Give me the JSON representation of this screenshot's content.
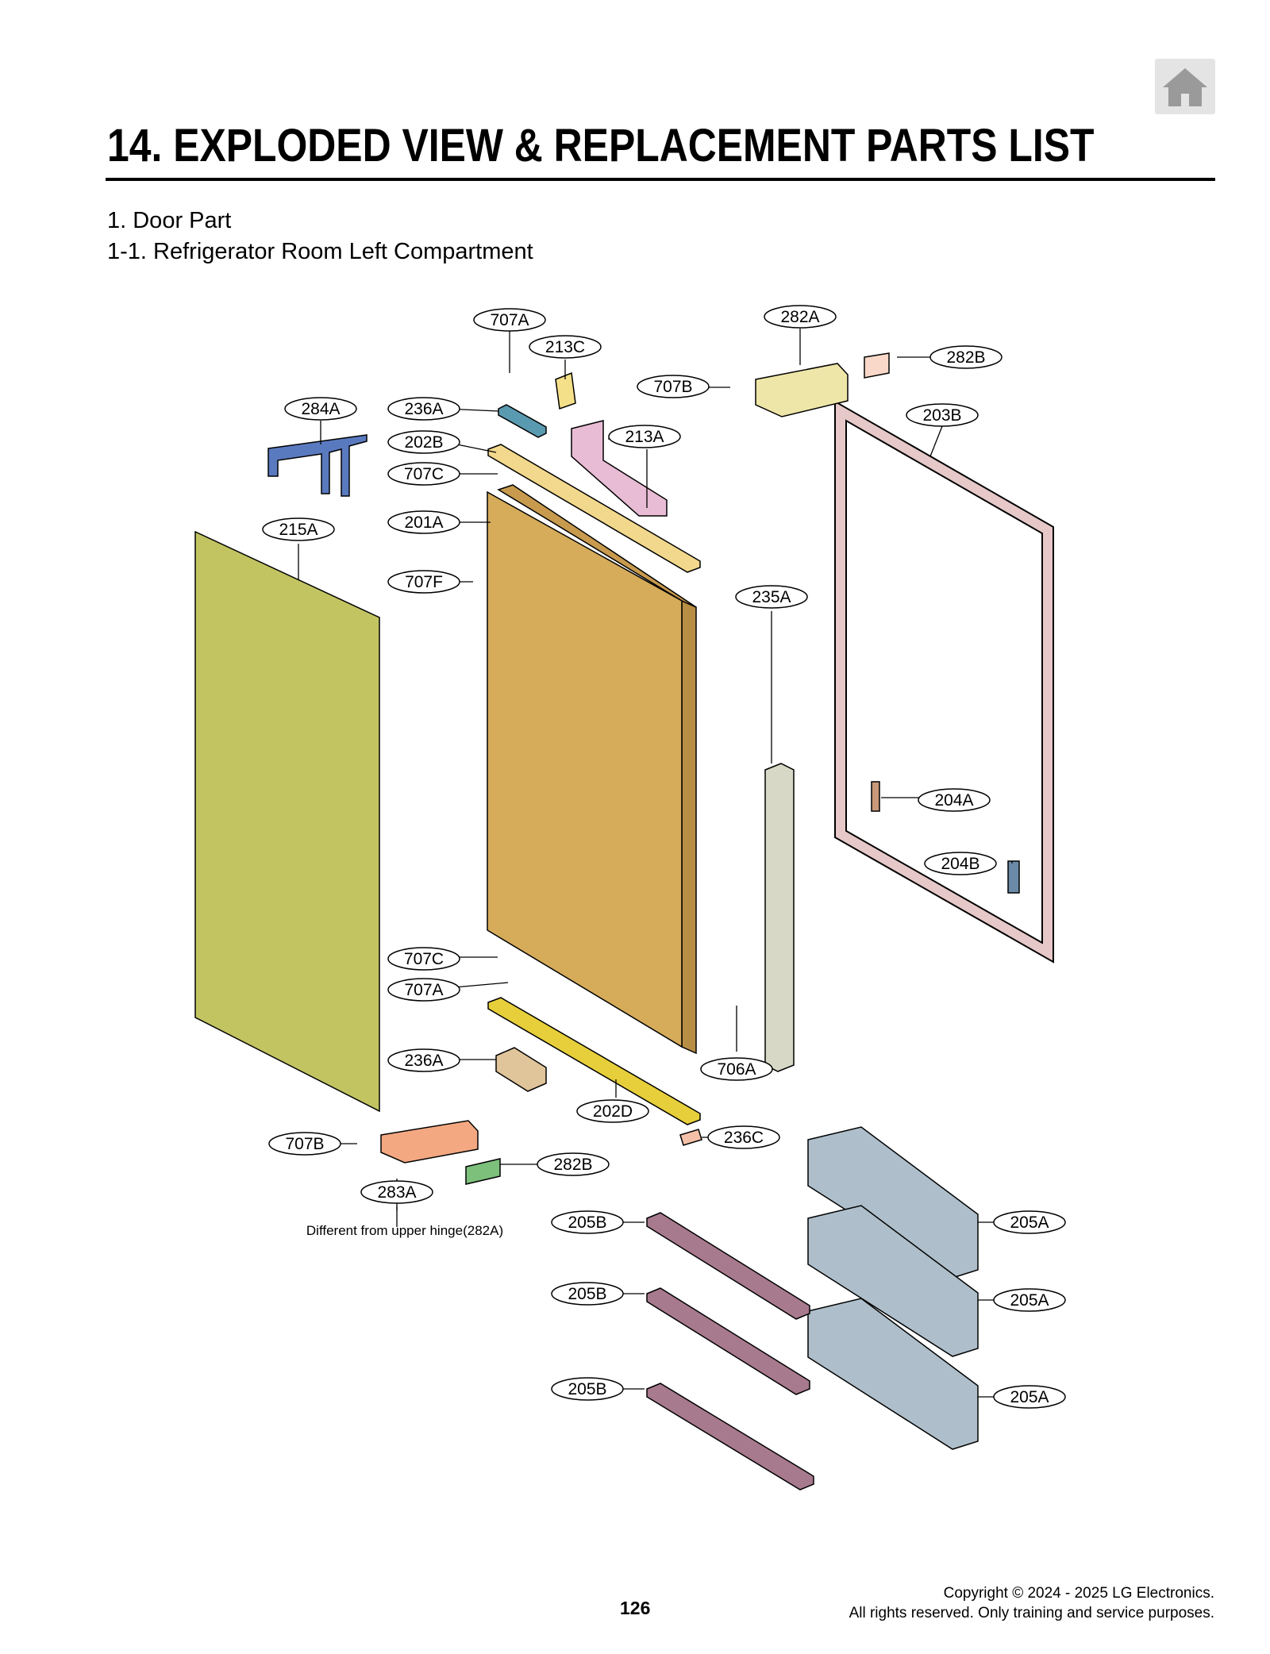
{
  "header": {
    "title": "14. EXPLODED VIEW & REPLACEMENT PARTS LIST",
    "section": "1. Door Part",
    "subsection": "1-1. Refrigerator Room Left Compartment"
  },
  "diagram": {
    "callouts": {
      "p707A_top": "707A",
      "p213C": "213C",
      "p282A": "282A",
      "p282B_top": "282B",
      "p707B_top": "707B",
      "p284A": "284A",
      "p236A_top": "236A",
      "p213A": "213A",
      "p203B": "203B",
      "p202B": "202B",
      "p707C_top": "707C",
      "p201A": "201A",
      "p215A": "215A",
      "p707F": "707F",
      "p235A": "235A",
      "p204A": "204A",
      "p204B": "204B",
      "p707C_bottom": "707C",
      "p707A_bottom": "707A",
      "p236A_bottom": "236A",
      "p706A": "706A",
      "p202D": "202D",
      "p236C": "236C",
      "p707B_bottom": "707B",
      "p282B_bottom": "282B",
      "p283A": "283A",
      "p205B_1": "205B",
      "p205B_2": "205B",
      "p205B_3": "205B",
      "p205A_1": "205A",
      "p205A_2": "205A",
      "p205A_3": "205A"
    },
    "note": "Different from upper hinge(282A)"
  },
  "footer": {
    "page_number": "126",
    "copyright_line1": "Copyright © 2024 - 2025 LG Electronics.",
    "copyright_line2": "All rights reserved. Only training and service purposes."
  },
  "icons": {
    "home": "home-icon"
  },
  "colors": {
    "panel": "#c2c462",
    "door": "#d6ac5a",
    "gasket": "#e6c8c8",
    "handle": "#d8d8c6",
    "bin": "#aebfcb",
    "shelf": "#a87a8e",
    "hinge_top": "#eee6a8",
    "hinge_bottom": "#f3a882",
    "cover_blue": "#5a7ac0",
    "bracket_pink": "#e8bcd4"
  }
}
